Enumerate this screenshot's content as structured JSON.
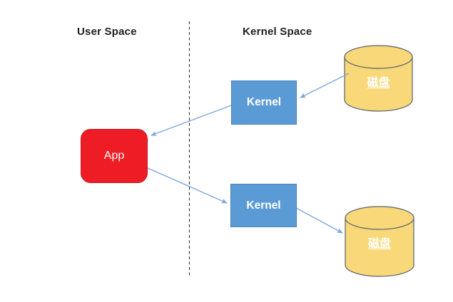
{
  "diagram": {
    "regions": {
      "user": {
        "label": "User Space"
      },
      "kernel": {
        "label": "Kernel Space"
      }
    },
    "nodes": {
      "app": {
        "label": "App",
        "fill": "#ee1c25",
        "border": "#c11b26",
        "text_color": "#ffffff",
        "shape": "rounded-rect"
      },
      "kernel_top": {
        "label": "Kernel",
        "fill": "#5b9bd5",
        "border": "#4a80b8",
        "text_color": "#ffffff",
        "shape": "rect"
      },
      "kernel_bottom": {
        "label": "Kernel",
        "fill": "#5b9bd5",
        "border": "#4a80b8",
        "text_color": "#ffffff",
        "shape": "rect"
      },
      "disk_top": {
        "label": "磁盘",
        "fill": "#f8d878",
        "border": "#56606e",
        "text_color": "#ffffff",
        "shape": "cylinder",
        "underlined": true
      },
      "disk_bottom": {
        "label": "磁盘",
        "fill": "#f8d878",
        "border": "#56606e",
        "text_color": "#ffffff",
        "shape": "cylinder",
        "underlined": true
      }
    },
    "edges": [
      {
        "from": "disk_top",
        "to": "kernel_top"
      },
      {
        "from": "kernel_top",
        "to": "app"
      },
      {
        "from": "app",
        "to": "kernel_bottom"
      },
      {
        "from": "kernel_bottom",
        "to": "disk_bottom"
      }
    ],
    "colors": {
      "arrow": "#7ea6e0",
      "divider": "#3a3a3a",
      "background": "#ffffff"
    }
  }
}
